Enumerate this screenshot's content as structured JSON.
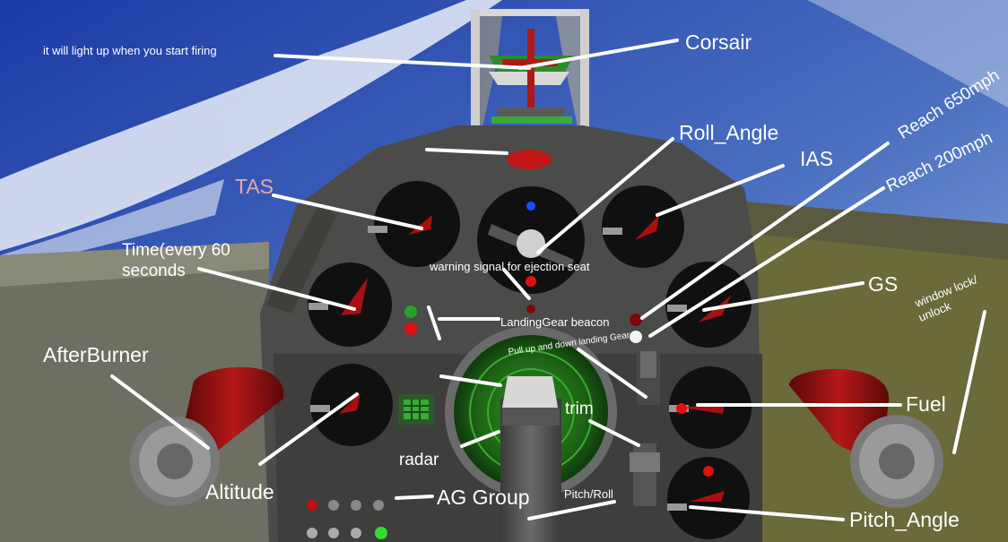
{
  "colors": {
    "sky_top": "#1f3ea8",
    "sky_bottom": "#6f8fc8",
    "cloud": "#e8eef8",
    "ground": "#7a7a62",
    "panel": "#4a4a48",
    "panel_dark": "#3c3c3a",
    "gauge": "#111111",
    "needle": "#b01010",
    "annotation": "#ffffff",
    "radar_green": "#1f6e18",
    "afterburner": "#8c1010"
  },
  "labels": {
    "corsair": "Corsair",
    "light_note": "it will light up when you start firing",
    "roll_angle": "Roll_Angle",
    "ias": "IAS",
    "reach_650": "Reach 650mph",
    "reach_200": "Reach 200mph",
    "tas": "TAS",
    "time": "Time(every 60",
    "time_line2": "seconds",
    "ejection_warning": "warning signal for ejection seat",
    "gs": "GS",
    "window_lock": "window lock/",
    "window_lock_line2": "unlock",
    "landing_beacon": "LandingGear beacon",
    "landing_gear_lever": "Pull up and down landing Gear",
    "afterburner": "AfterBurner",
    "trim": "trim",
    "fuel": "Fuel",
    "radar": "radar",
    "altitude": "Altitude",
    "ag_group": "AG Group",
    "pitch_roll": "Pitch/Roll",
    "pitch_angle": "Pitch_Angle"
  }
}
